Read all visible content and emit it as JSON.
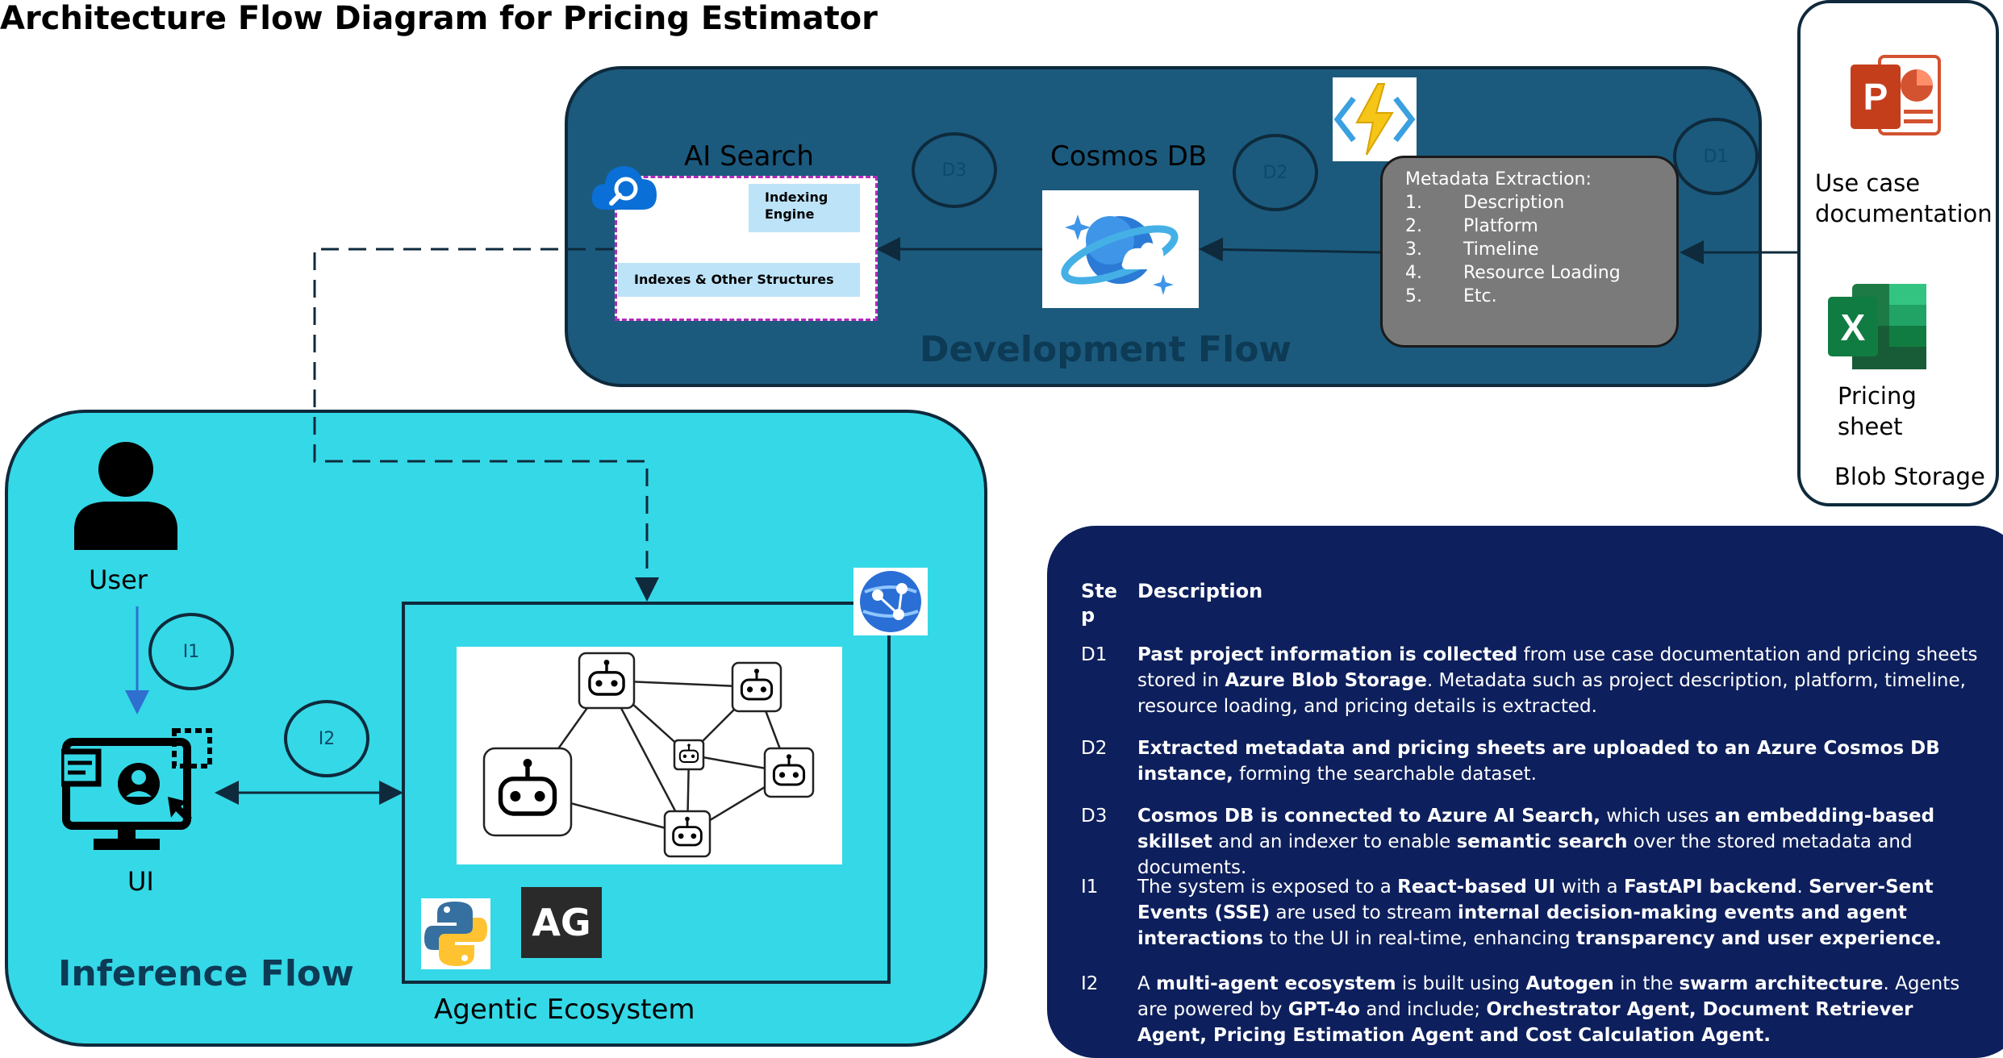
{
  "title": "Architecture Flow Diagram for Pricing Estimator",
  "development_flow": {
    "label": "Development Flow",
    "ai_search": {
      "title": "AI Search",
      "indexing_engine_line1": "Indexing",
      "indexing_engine_line2": "Engine",
      "indexes": "Indexes & Other Structures"
    },
    "cosmos_db": {
      "title": "Cosmos DB"
    },
    "metadata": {
      "heading": "Metadata Extraction:",
      "items": [
        {
          "num": "1.",
          "text": "Description"
        },
        {
          "num": "2.",
          "text": "Platform"
        },
        {
          "num": "3.",
          "text": "Timeline"
        },
        {
          "num": "4.",
          "text": "Resource Loading"
        },
        {
          "num": "5.",
          "text": "Etc."
        }
      ]
    },
    "steps": {
      "d1": "D1",
      "d2": "D2",
      "d3": "D3"
    }
  },
  "blob_storage": {
    "label": "Blob Storage",
    "ppt_icon_letter": "P",
    "xls_icon_letter": "X",
    "use_case_line1": "Use case",
    "use_case_line2": "documentation",
    "pricing_line1": "Pricing",
    "pricing_line2": "sheet"
  },
  "inference_flow": {
    "label": "Inference Flow",
    "user_label": "User",
    "ui_label": "UI",
    "agentic_label": "Agentic Ecosystem",
    "ag_logo": "AG",
    "steps": {
      "i1": "I1",
      "i2": "I2"
    }
  },
  "steps_table": {
    "header_step_line1": "Ste",
    "header_step_line2": "p",
    "header_description": "Description",
    "rows": [
      {
        "id": "D1",
        "parts": [
          {
            "t": "Past project information is collected",
            "b": true
          },
          {
            "t": " from use case documentation and pricing sheets stored in ",
            "b": false
          },
          {
            "t": "Azure Blob Storage",
            "b": true
          },
          {
            "t": ". Metadata such as project description, platform, timeline, resource loading, and pricing details is extracted.",
            "b": false
          }
        ]
      },
      {
        "id": "D2",
        "parts": [
          {
            "t": "Extracted metadata and pricing sheets are uploaded to an Azure Cosmos DB instance,",
            "b": true
          },
          {
            "t": " forming the searchable dataset.",
            "b": false
          }
        ]
      },
      {
        "id": "D3",
        "parts": [
          {
            "t": "Cosmos DB is connected to Azure AI Search,",
            "b": true
          },
          {
            "t": " which uses ",
            "b": false
          },
          {
            "t": "an embedding-based skillset",
            "b": true
          },
          {
            "t": " and an indexer to enable ",
            "b": false
          },
          {
            "t": "semantic search",
            "b": true
          },
          {
            "t": " over the stored metadata and documents.",
            "b": false
          }
        ]
      },
      {
        "id": "I1",
        "parts": [
          {
            "t": "The system is exposed to a ",
            "b": false
          },
          {
            "t": "React-based UI",
            "b": true
          },
          {
            "t": " with a ",
            "b": false
          },
          {
            "t": "FastAPI backend",
            "b": true
          },
          {
            "t": ". ",
            "b": false
          },
          {
            "t": "Server-Sent Events (SSE)",
            "b": true
          },
          {
            "t": " are used to stream ",
            "b": false
          },
          {
            "t": "internal decision-making events and agent interactions",
            "b": true
          },
          {
            "t": " to the UI in real-time, enhancing ",
            "b": false
          },
          {
            "t": "transparency and user experience.",
            "b": true
          }
        ]
      },
      {
        "id": "I2",
        "parts": [
          {
            "t": "A ",
            "b": false
          },
          {
            "t": "multi-agent ecosystem",
            "b": true
          },
          {
            "t": " is built using ",
            "b": false
          },
          {
            "t": "Autogen",
            "b": true
          },
          {
            "t": " in the ",
            "b": false
          },
          {
            "t": "swarm architecture",
            "b": true
          },
          {
            "t": ". Agents are powered by ",
            "b": false
          },
          {
            "t": "GPT-4o",
            "b": true
          },
          {
            "t": " and include; ",
            "b": false
          },
          {
            "t": "Orchestrator Agent, Document Retriever Agent, Pricing Estimation Agent and Cost Calculation Agent.",
            "b": true
          }
        ]
      }
    ]
  },
  "colors": {
    "dev_panel": "#1b5a7d",
    "inference_panel": "#35d8e6",
    "steps_panel": "#0d1f5c",
    "metadata_box": "#7a7a7a"
  }
}
